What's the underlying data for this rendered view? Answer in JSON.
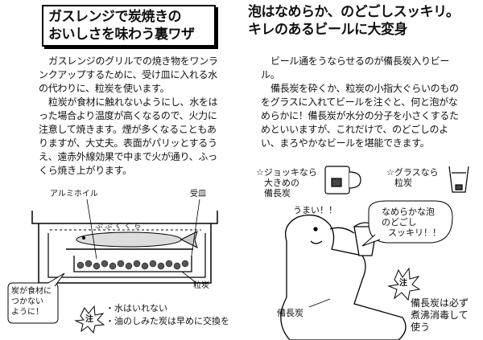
{
  "left": {
    "title_lines": [
      "ガスレンジで炭焼きの",
      "おいしさを味わう裏ワザ"
    ],
    "paragraphs": [
      "ガスレンジのグリルでの焼き物をワンランクアップするために、受け皿に入れる水の代わりに、粒炭を使います。",
      "粒炭が食材に触れないようにし、水をはった場合より温度が高くなるので、火力に注意して焼きます。煙が多くなることもありますが、大丈夫。表面がパリッとするうえ、遠赤外線効果で中まで火が通り、ふっくら焼き上がります。"
    ],
    "diagram": {
      "label_foil": "アルミホイル",
      "label_tray": "受皿",
      "label_charcoal": "粒炭",
      "sizzle_text": "ぷ ぷ く く ら",
      "speech_bubble": [
        "炭が食材に",
        "つかない",
        "ように！"
      ],
      "note_mark": "注",
      "notes": [
        "・水はいれない",
        "・油のしみた炭は早めに交換を"
      ]
    }
  },
  "right": {
    "title_lines": [
      "泡はなめらか、のどごしスッキリ。",
      "キレのあるビールに大変身"
    ],
    "paragraphs": [
      "ビール通をうならせるのが備長炭入りビール。",
      "備長炭を砕くか、粒炭の小指大ぐらいのものをグラスに入れてビールを注ぐと、何と泡がなめらかに！備長炭が水分の分子を小さくするためといいますが、これだけで、のどごしのよい、まろやかなビールを堪能できます。"
    ],
    "illustration": {
      "jug_label": [
        "☆ジョッキなら",
        "大きめの",
        "備長炭"
      ],
      "glass_label": [
        "☆グラスなら",
        "粒炭"
      ],
      "speech_umai": "うまい！！",
      "speech_smooth": [
        "なめらかな泡",
        "のどごし",
        "スッキリ！！"
      ],
      "label_binchotan": "備長炭",
      "note_mark": "注",
      "note_lines": [
        "備長炭は必ず",
        "煮沸消毒して",
        "使う"
      ]
    }
  }
}
